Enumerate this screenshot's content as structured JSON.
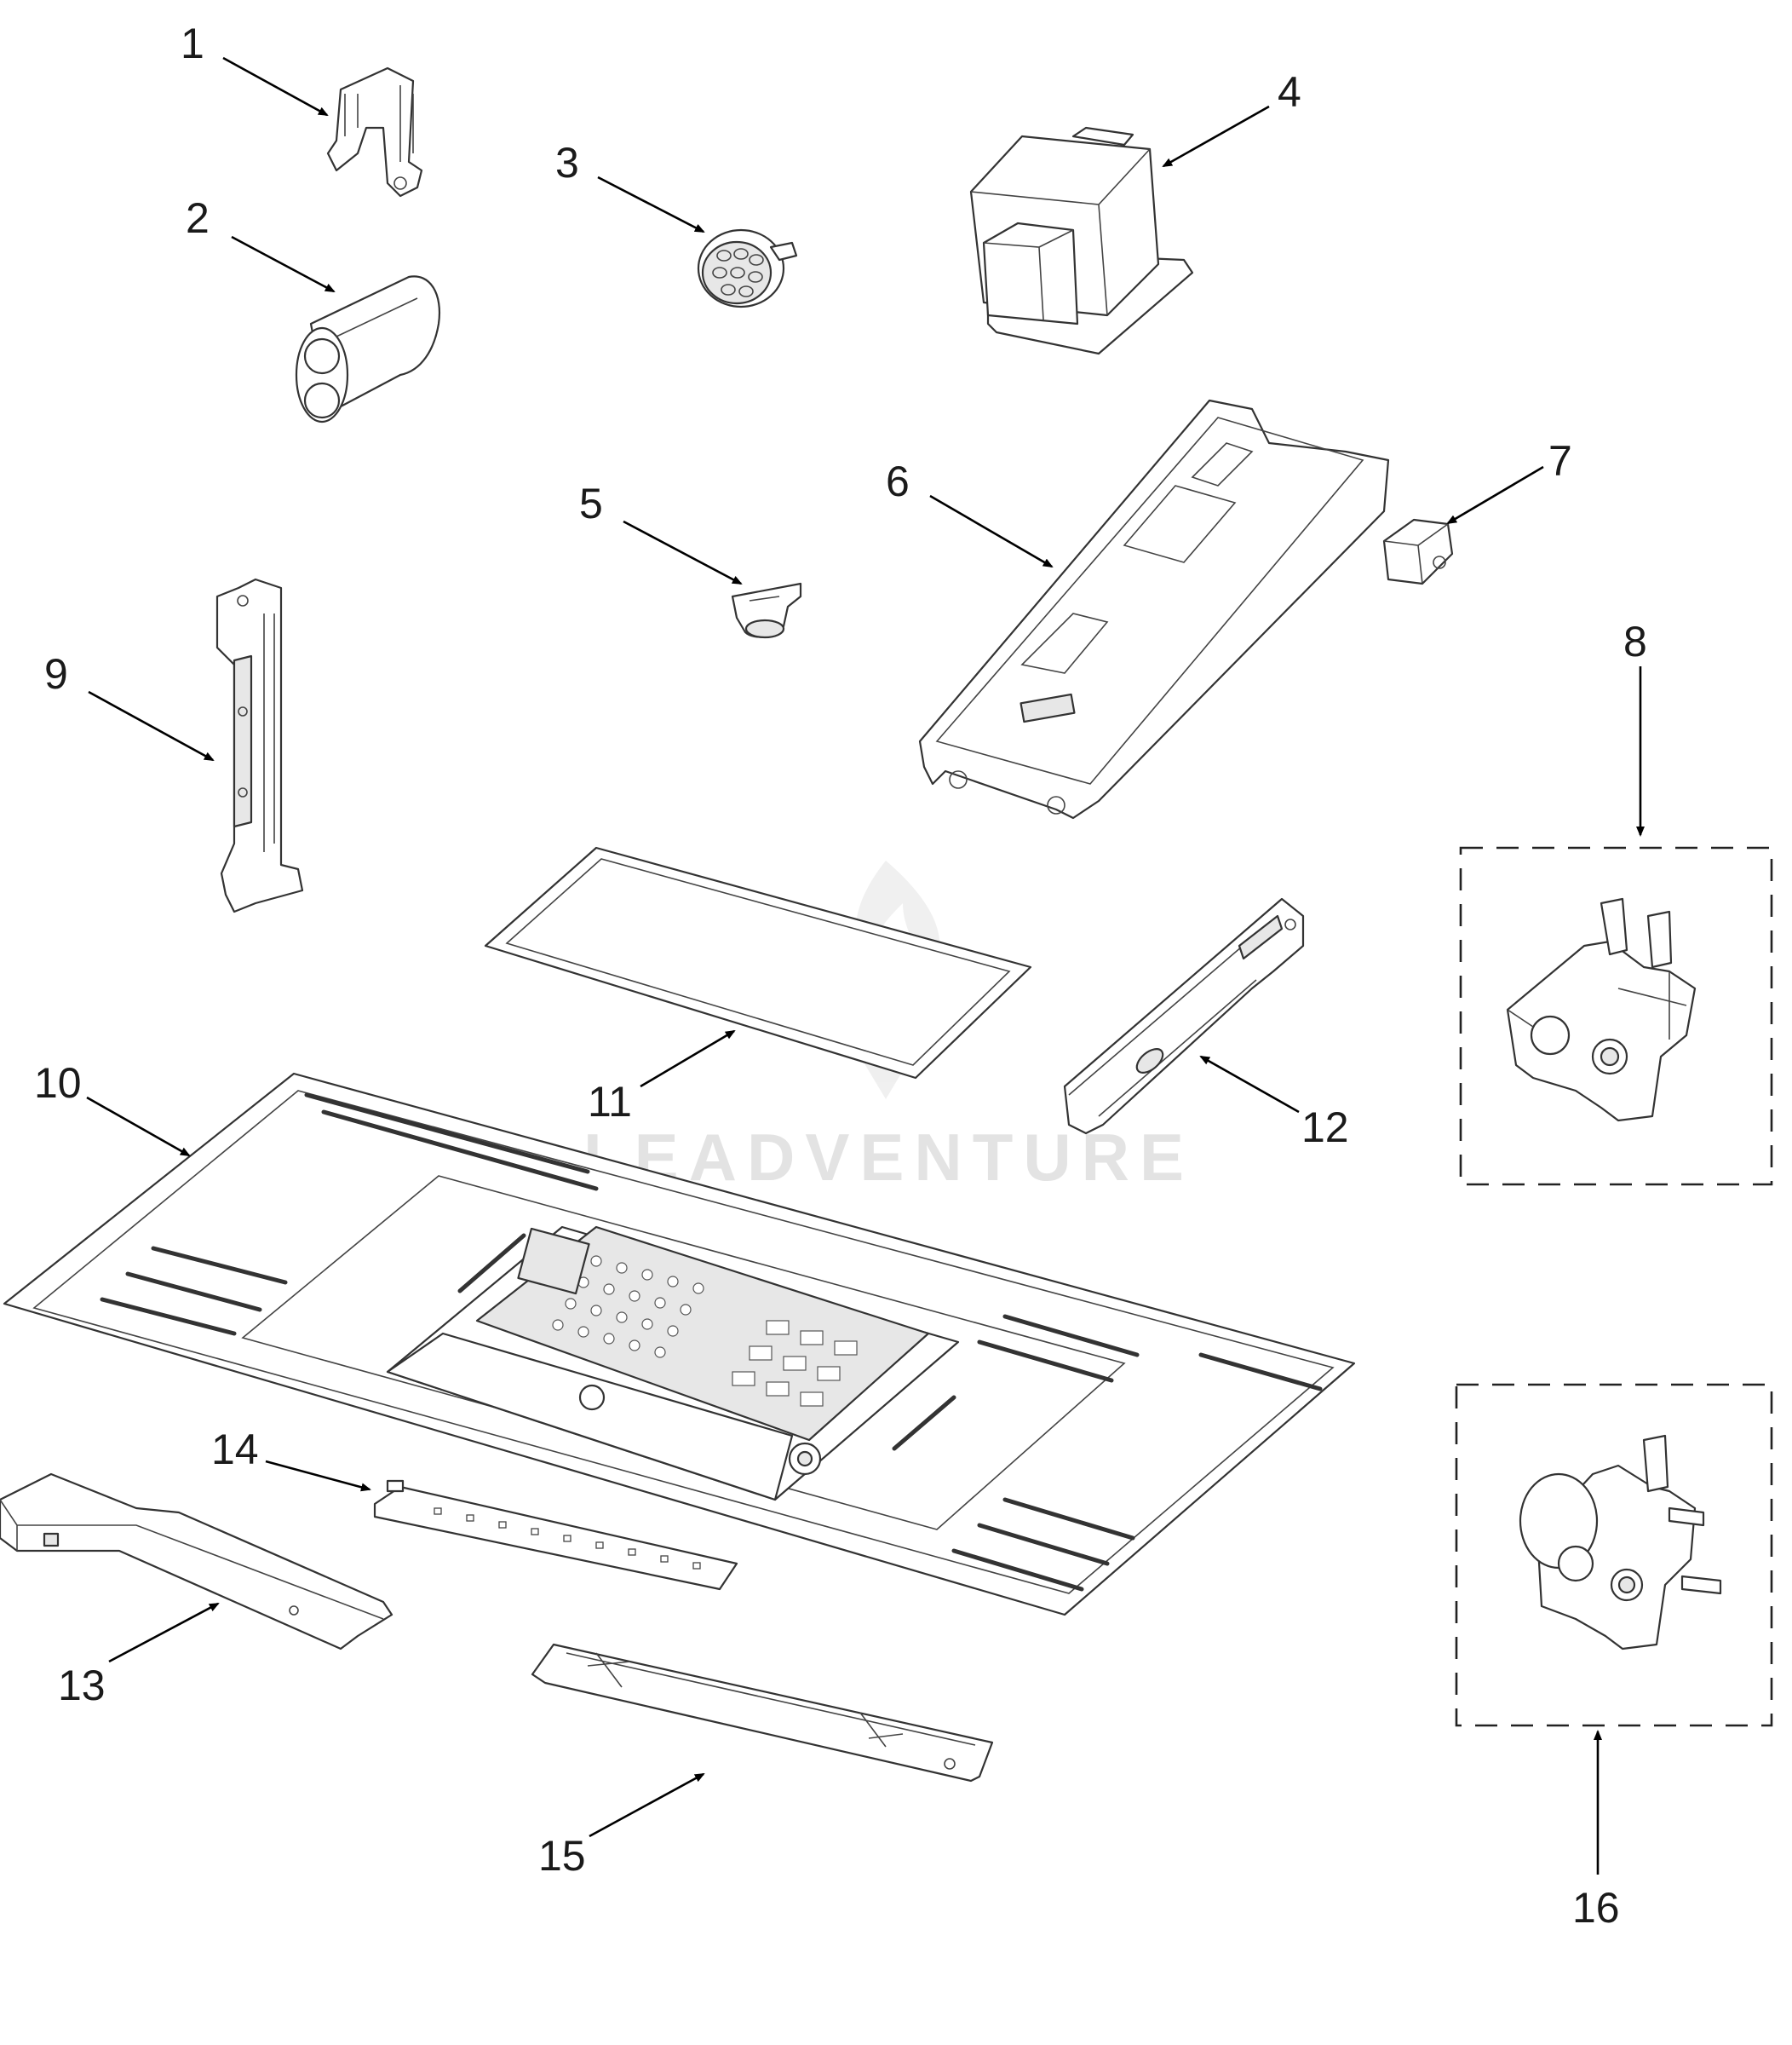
{
  "watermark": {
    "brand": "LEADVENTURE"
  },
  "callouts": [
    {
      "id": "callout-1",
      "number": "1"
    },
    {
      "id": "callout-2",
      "number": "2"
    },
    {
      "id": "callout-3",
      "number": "3"
    },
    {
      "id": "callout-4",
      "number": "4"
    },
    {
      "id": "callout-5",
      "number": "5"
    },
    {
      "id": "callout-6",
      "number": "6"
    },
    {
      "id": "callout-7",
      "number": "7"
    },
    {
      "id": "callout-8",
      "number": "8"
    },
    {
      "id": "callout-9",
      "number": "9"
    },
    {
      "id": "callout-10",
      "number": "10"
    },
    {
      "id": "callout-11",
      "number": "11"
    },
    {
      "id": "callout-12",
      "number": "12"
    },
    {
      "id": "callout-13",
      "number": "13"
    },
    {
      "id": "callout-14",
      "number": "14"
    },
    {
      "id": "callout-15",
      "number": "15"
    },
    {
      "id": "callout-16",
      "number": "16"
    }
  ],
  "colors": {
    "line": "#333333",
    "background": "#ffffff",
    "watermark": "#e3e3e3"
  }
}
